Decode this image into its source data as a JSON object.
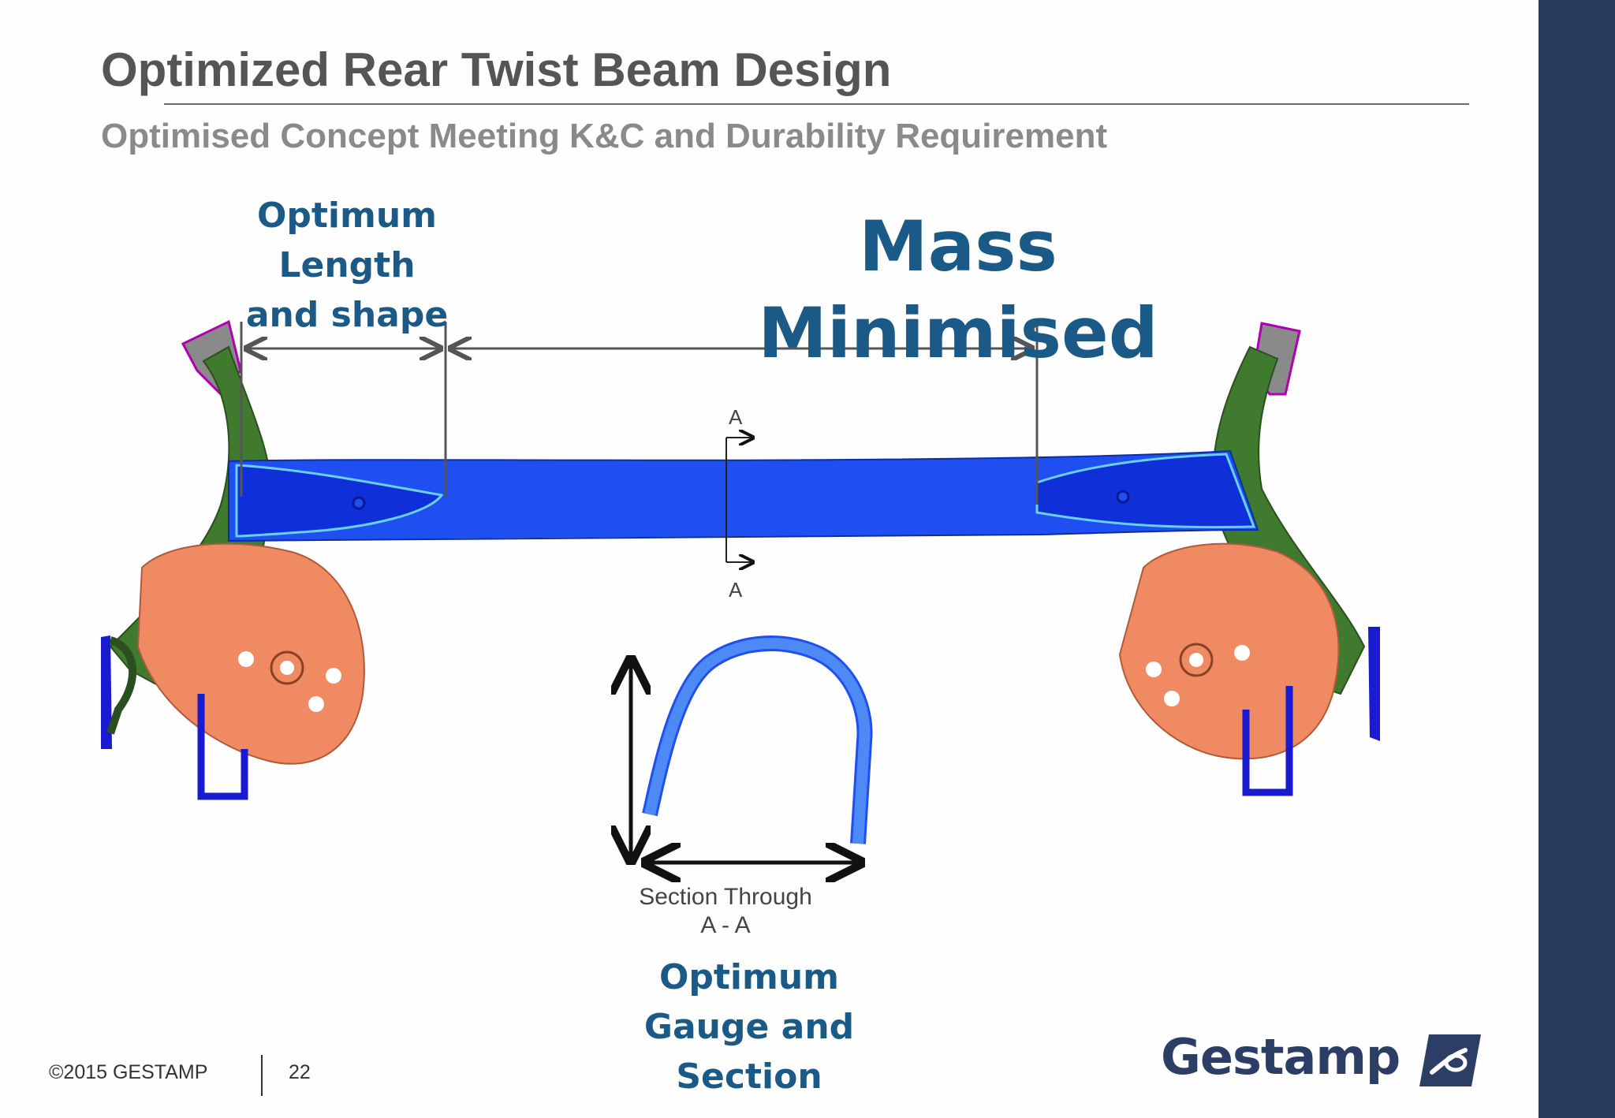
{
  "slide": {
    "title": "Optimized Rear Twist Beam Design",
    "subtitle": "Optimised Concept Meeting K&C and Durability Requirement"
  },
  "callouts": {
    "length_lines": [
      "Optimum",
      "Length",
      "and shape"
    ],
    "mass": "Mass Minimised",
    "gauge_lines": [
      "Optimum",
      "Gauge and",
      "Section"
    ]
  },
  "section": {
    "top_marker": "A",
    "bottom_marker": "A",
    "caption_lines": [
      "Section Through",
      "A - A"
    ]
  },
  "footer": {
    "copyright": "©2015 GESTAMP",
    "page_number": "22"
  },
  "logo": {
    "text": "Gestamp"
  },
  "colors": {
    "title": "#555555",
    "subtitle": "#8a8a8a",
    "callout": "#1b5a86",
    "sidebar": "#263a5e",
    "beam": "#1f4ff0",
    "trailing_arm": "#3f7a2e",
    "bracket": "#ef8a62",
    "section": "#3d7cf0"
  }
}
